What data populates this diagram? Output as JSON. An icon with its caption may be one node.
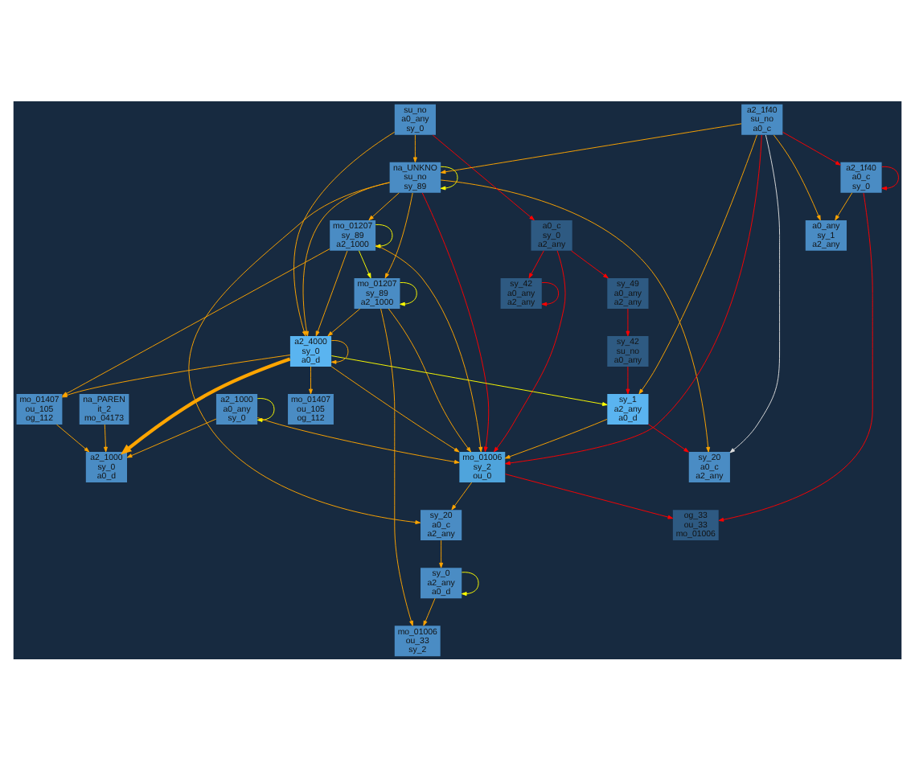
{
  "diagram": {
    "nodes": [
      {
        "text": [
          "sy_42",
          "a0_any",
          "a2_any"
        ]
      },
      {
        "text": [
          "sy_1",
          "a2_any",
          "a0_d"
        ]
      },
      {
        "text": [
          "sy_0",
          "a2_any",
          "a0_d"
        ]
      },
      {
        "text": [
          "na_UNKNO",
          "su_no",
          "sy_89"
        ]
      },
      {
        "text": [
          "sy_49",
          "a0_any",
          "a2_any"
        ]
      },
      {
        "text": [
          "a0_any",
          "sy_1",
          "a2_any"
        ]
      },
      {
        "text": [
          "su_no",
          "a0_any",
          "sy_0"
        ]
      },
      {
        "text": [
          "mo_01207",
          "sy_89",
          "a2_1000"
        ]
      },
      {
        "text": [
          "mo_01207",
          "sy_89",
          "a2_1000"
        ]
      },
      {
        "text": [
          "a2_1f40",
          "su_no",
          "a0_c"
        ]
      },
      {
        "text": [
          "sy_42",
          "su_no",
          "a0_any"
        ]
      },
      {
        "text": [
          "sy_20",
          "a0_c",
          "a2_any"
        ]
      },
      {
        "text": [
          "sy_20",
          "a0_c",
          "a2_any"
        ]
      },
      {
        "text": [
          "a2_1f40",
          "a0_c",
          "sy_0"
        ]
      },
      {
        "text": [
          "a0_c",
          "sy_0",
          "a2_any"
        ]
      },
      {
        "text": [
          "mo_01407",
          "ou_105",
          "og_112"
        ]
      },
      {
        "text": [
          "mo_01407",
          "ou_105",
          "og_112"
        ]
      },
      {
        "text": [
          "na_PAREN",
          "it_2",
          "mo_04173"
        ]
      },
      {
        "text": [
          "a2_1000",
          "a0_any",
          "sy_0"
        ]
      },
      {
        "text": [
          "og_33",
          "ou_33",
          "mo_01006"
        ]
      },
      {
        "text": [
          "mo_01006",
          "ou_33",
          "sy_2"
        ]
      },
      {
        "text": [
          "a2_1000",
          "sy_0",
          "a0_d"
        ]
      },
      {
        "text": [
          "a2_4000",
          "sy_0",
          "a0_d"
        ]
      },
      {
        "text": [
          "mo_01006",
          "sy_2",
          "ou_0"
        ]
      }
    ],
    "edges": [
      {
        "from": 0,
        "to": 0,
        "arrow": "to",
        "color": "#ff0000"
      },
      {
        "from": 14,
        "to": 0,
        "arrow": "to",
        "color": "#ff0000"
      },
      {
        "from": 14,
        "to": 4,
        "arrow": "to",
        "color": "#ff0000"
      },
      {
        "from": 4,
        "to": 10,
        "arrow": "to",
        "color": "#ff0000"
      },
      {
        "from": 3,
        "to": 3,
        "arrow": "to",
        "color": "#ffff00"
      },
      {
        "from": 3,
        "to": 7,
        "arrow": "to"
      },
      {
        "from": 3,
        "to": 8,
        "arrow": "to"
      },
      {
        "from": 3,
        "to": 11,
        "arrow": "to"
      },
      {
        "from": 3,
        "to": 12,
        "arrow": "to"
      },
      {
        "from": 9,
        "to": 3,
        "arrow": "to"
      },
      {
        "from": 6,
        "to": 3,
        "arrow": "to"
      },
      {
        "from": 3,
        "to": 22,
        "arrow": "to"
      },
      {
        "from": 3,
        "to": 23,
        "arrow": "to",
        "color": "#ff0000"
      },
      {
        "from": 9,
        "to": 5,
        "arrow": "to"
      },
      {
        "from": 13,
        "to": 5,
        "arrow": "to"
      },
      {
        "from": 9,
        "to": 1,
        "arrow": "to"
      },
      {
        "from": 10,
        "to": 1,
        "arrow": "to",
        "color": "#ff0000"
      },
      {
        "from": 1,
        "to": 12,
        "arrow": "to",
        "color": "#ff0000"
      },
      {
        "from": 9,
        "to": 12,
        "arrow": "to",
        "color": "#dddddd"
      },
      {
        "from": 2,
        "to": 2,
        "arrow": "to",
        "color": "#ffff00"
      },
      {
        "from": 11,
        "to": 2,
        "arrow": "to"
      },
      {
        "from": 2,
        "to": 20,
        "arrow": "to"
      },
      {
        "from": 7,
        "to": 7,
        "arrow": "to",
        "color": "#ffff00"
      },
      {
        "from": 8,
        "to": 8,
        "arrow": "to",
        "color": "#ffff00"
      },
      {
        "from": 7,
        "to": 8,
        "arrow": "to",
        "color": "#ffff00"
      },
      {
        "from": 22,
        "to": 1,
        "arrow": "to",
        "color": "#ffff00"
      },
      {
        "from": 1,
        "to": 23,
        "arrow": "to"
      },
      {
        "from": 7,
        "to": 22,
        "arrow": "to"
      },
      {
        "from": 8,
        "to": 22,
        "arrow": "to"
      },
      {
        "from": 7,
        "to": 23,
        "arrow": "to"
      },
      {
        "from": 8,
        "to": 23,
        "arrow": "to"
      },
      {
        "from": 8,
        "to": 20,
        "arrow": "to"
      },
      {
        "from": 7,
        "to": 15,
        "arrow": "to"
      },
      {
        "from": 9,
        "to": 13,
        "arrow": "to",
        "color": "#ff0000"
      },
      {
        "from": 13,
        "to": 13,
        "arrow": "to",
        "color": "#ff0000"
      },
      {
        "from": 13,
        "to": 19,
        "arrow": "to",
        "color": "#ff0000"
      },
      {
        "from": 9,
        "to": 23,
        "arrow": "to",
        "color": "#ff0000"
      },
      {
        "from": 6,
        "to": 14,
        "arrow": "to",
        "color": "#ff0000"
      },
      {
        "from": 6,
        "to": 22,
        "arrow": "to"
      },
      {
        "from": 18,
        "to": 18,
        "arrow": "to",
        "color": "#ffff00"
      },
      {
        "from": 18,
        "to": 21,
        "arrow": "to"
      },
      {
        "from": 17,
        "to": 21,
        "arrow": "to"
      },
      {
        "from": 15,
        "to": 21,
        "arrow": "to"
      },
      {
        "from": 22,
        "to": 21,
        "arrow": "to",
        "style": "thick"
      },
      {
        "from": 22,
        "to": 22,
        "arrow": "to"
      },
      {
        "from": 22,
        "to": 15,
        "arrow": "to"
      },
      {
        "from": 22,
        "to": 16,
        "arrow": "to"
      },
      {
        "from": 18,
        "to": 23,
        "arrow": "to"
      },
      {
        "from": 22,
        "to": 23,
        "arrow": "to"
      },
      {
        "from": 23,
        "to": 19,
        "arrow": "to",
        "color": "#ff0000"
      },
      {
        "from": 23,
        "to": 11,
        "arrow": "to"
      },
      {
        "from": 14,
        "to": 23,
        "arrow": "to",
        "color": "#ff0000"
      }
    ]
  }
}
